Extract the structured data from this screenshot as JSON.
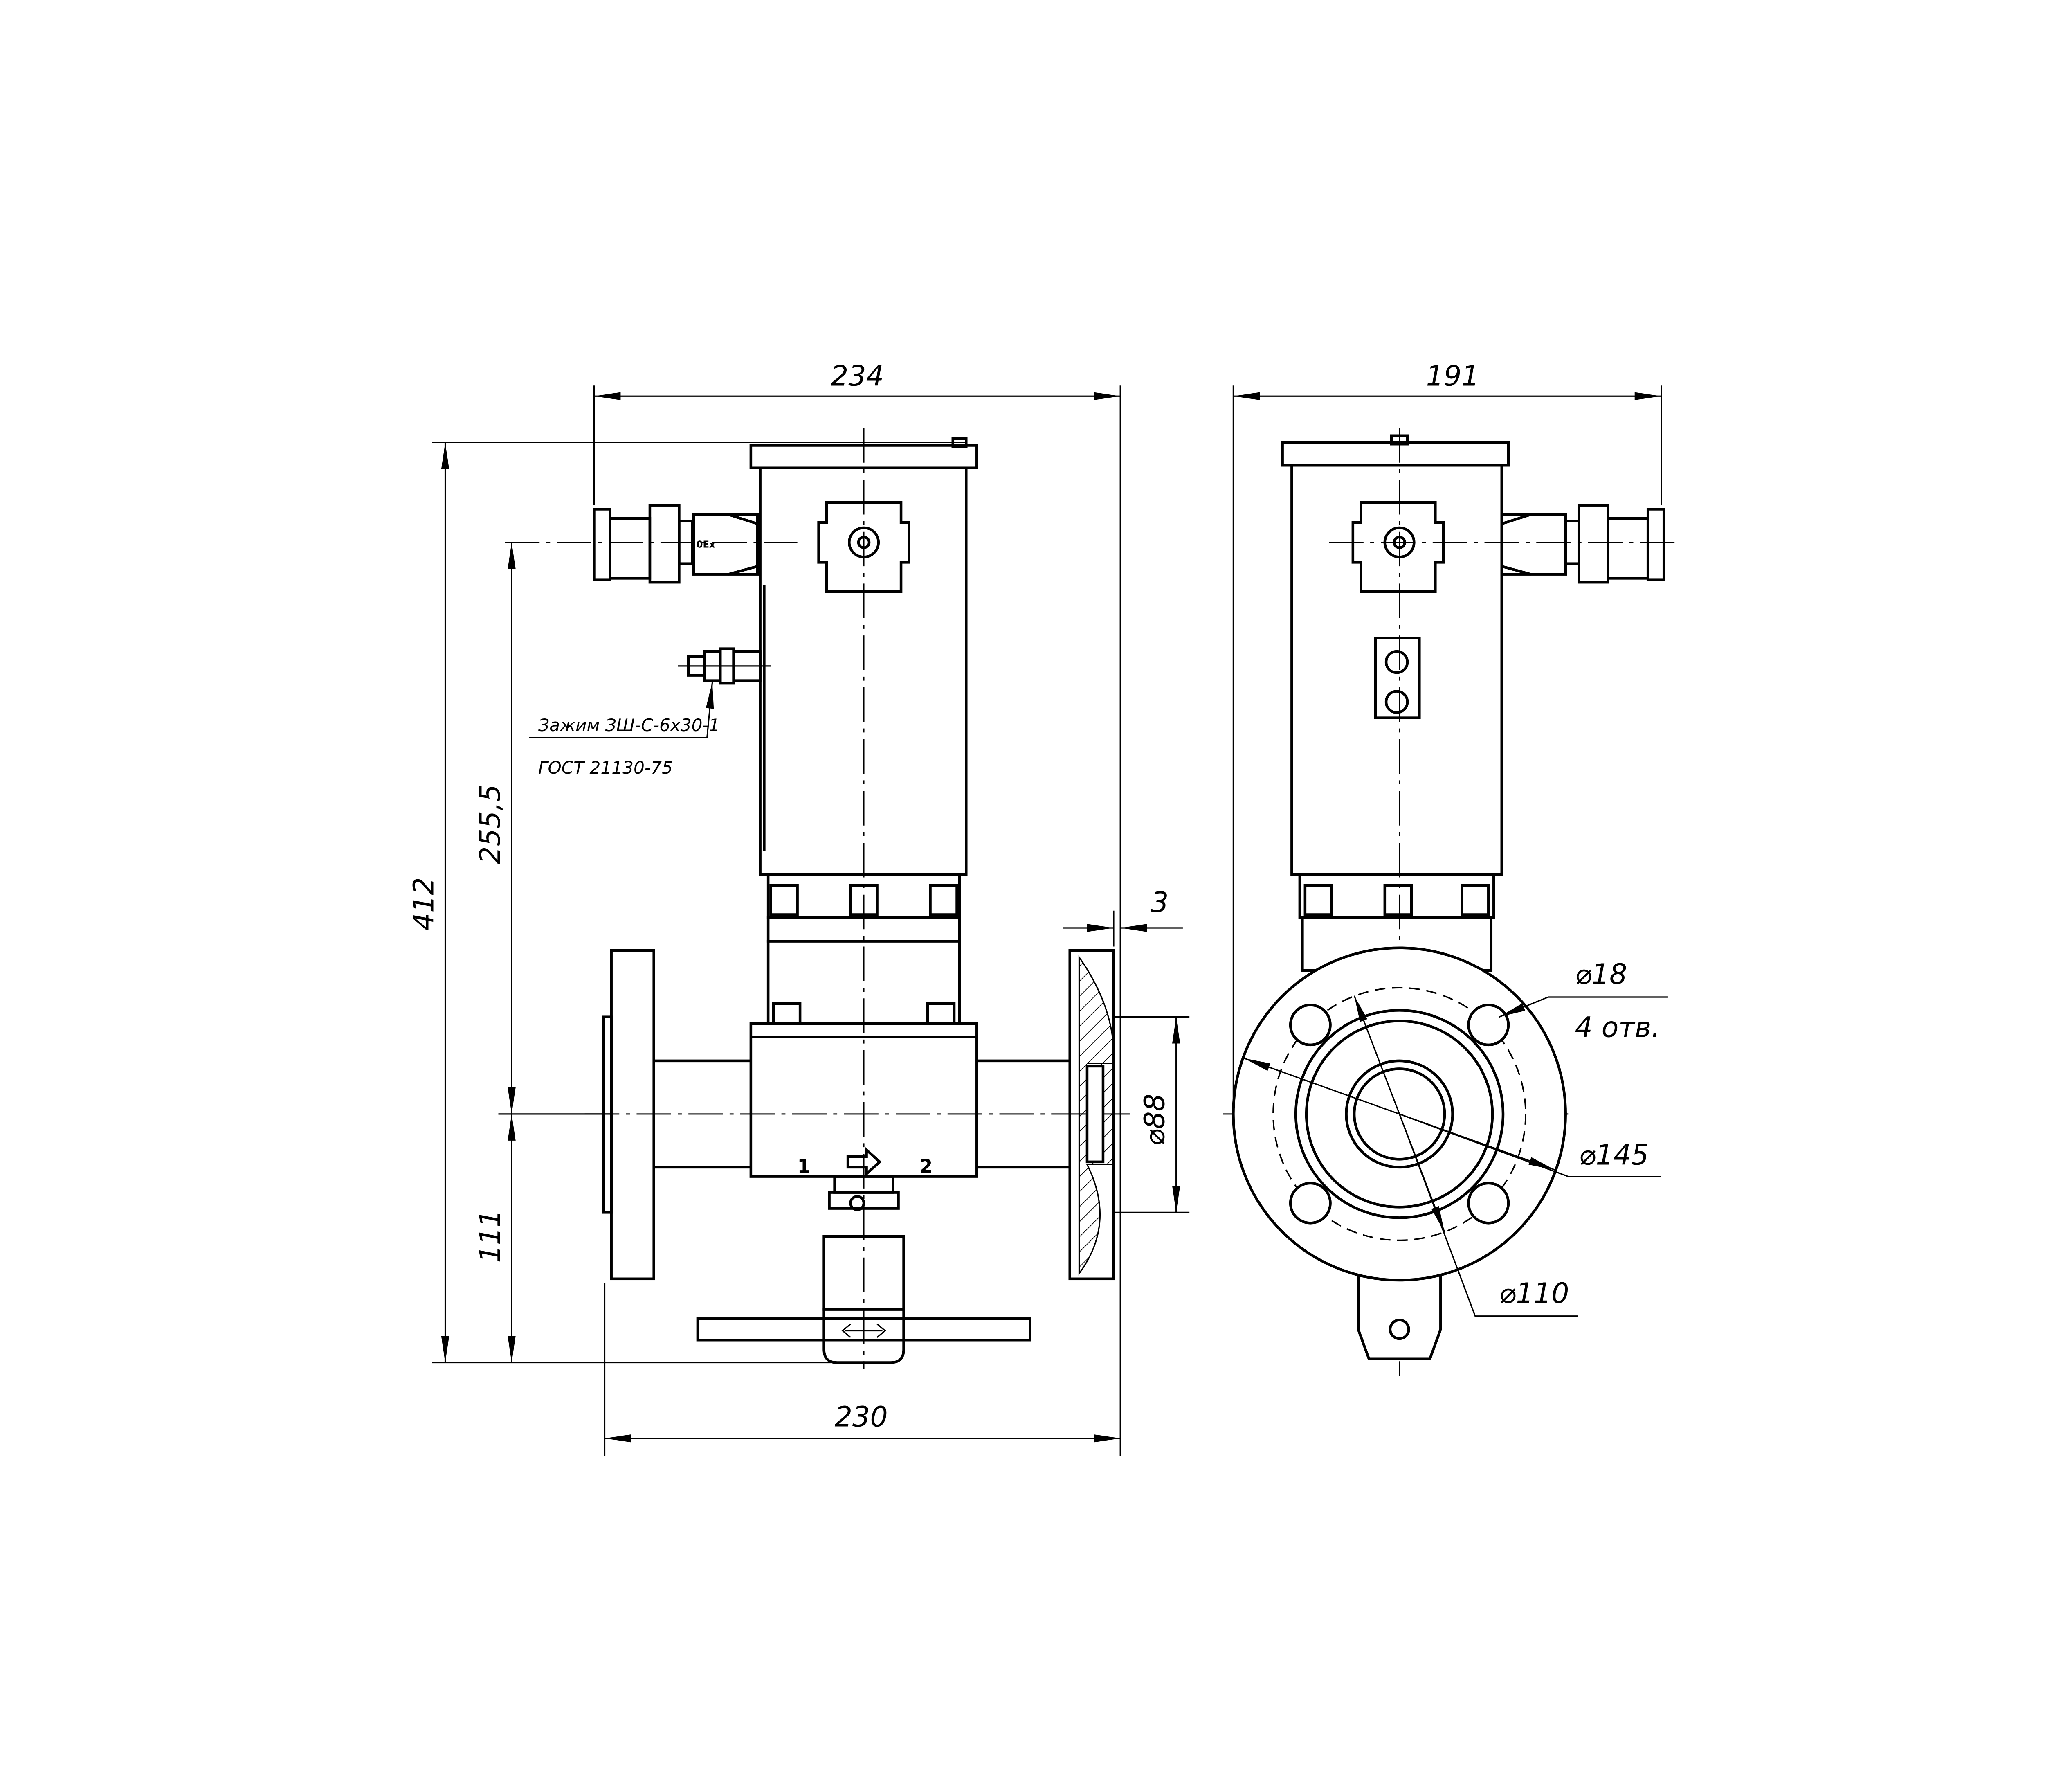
{
  "drawing": {
    "front_view": {
      "dim_overall_width": "234",
      "dim_flange_length": "230",
      "dim_total_height": "412",
      "dim_connector_height": "255,5",
      "dim_lower_height": "111",
      "dim_gasket": "3",
      "dim_flange_face": "⌀88",
      "flow_from": "1",
      "flow_to": "2",
      "ground_clamp_line1": "Зажим ЗШ-С-6х30-1",
      "ground_clamp_line2": "ГОСТ 21130-75"
    },
    "side_view": {
      "dim_overall_width": "191",
      "dim_hole_diameter": "⌀18",
      "hole_count": "4 отв.",
      "dim_flange_diameter": "⌀145",
      "dim_bolt_circle": "⌀110"
    }
  }
}
